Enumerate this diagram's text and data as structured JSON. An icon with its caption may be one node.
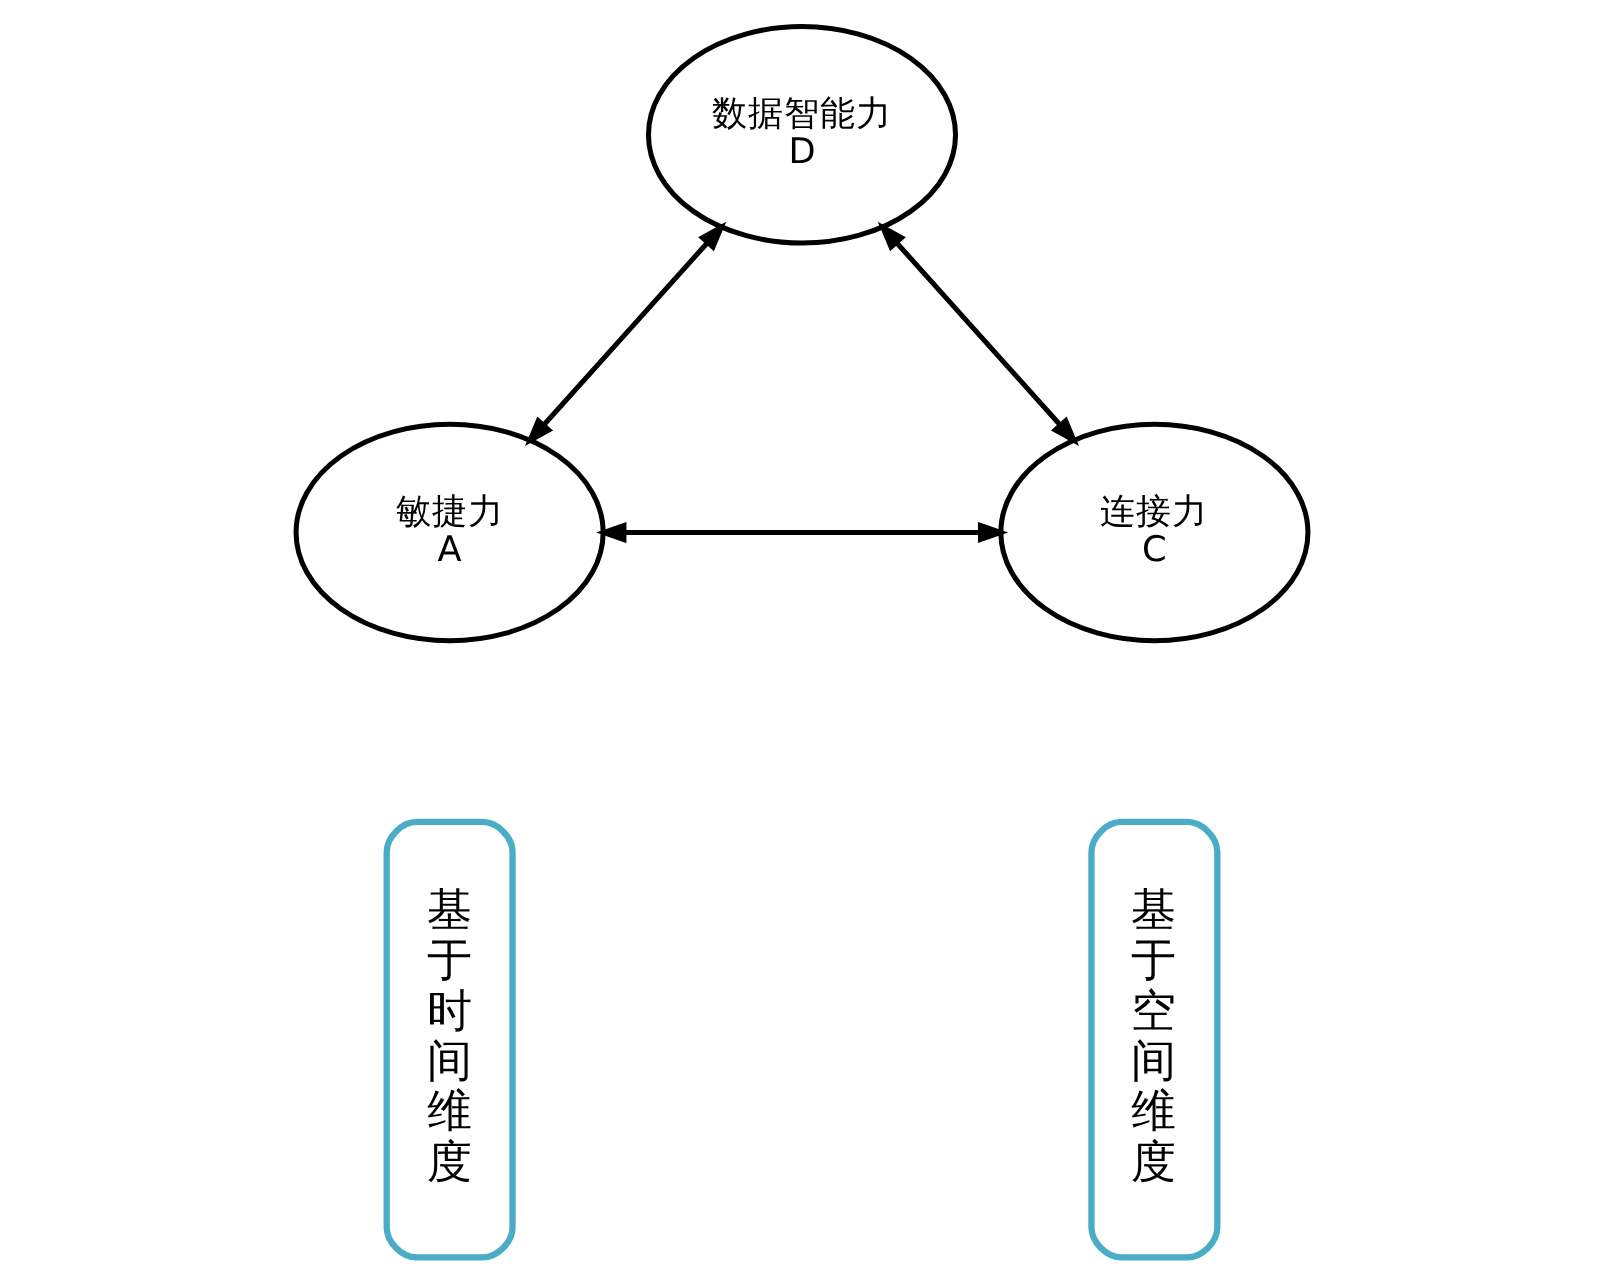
{
  "diagram": {
    "nodes": [
      {
        "text": [
          "数据智能力",
          "D"
        ]
      },
      {
        "text": [
          "敏捷力",
          "A"
        ]
      },
      {
        "text": [
          "连接力",
          "C"
        ]
      },
      {
        "text": [
          "基于时间维度"
        ]
      },
      {
        "text": [
          "基于空间维度"
        ]
      }
    ],
    "edges": [
      {
        "from": 0,
        "to": 1,
        "arrow": "both"
      },
      {
        "from": 1,
        "to": 2,
        "arrow": "both"
      },
      {
        "from": 0,
        "to": 2,
        "arrow": "both"
      }
    ]
  }
}
